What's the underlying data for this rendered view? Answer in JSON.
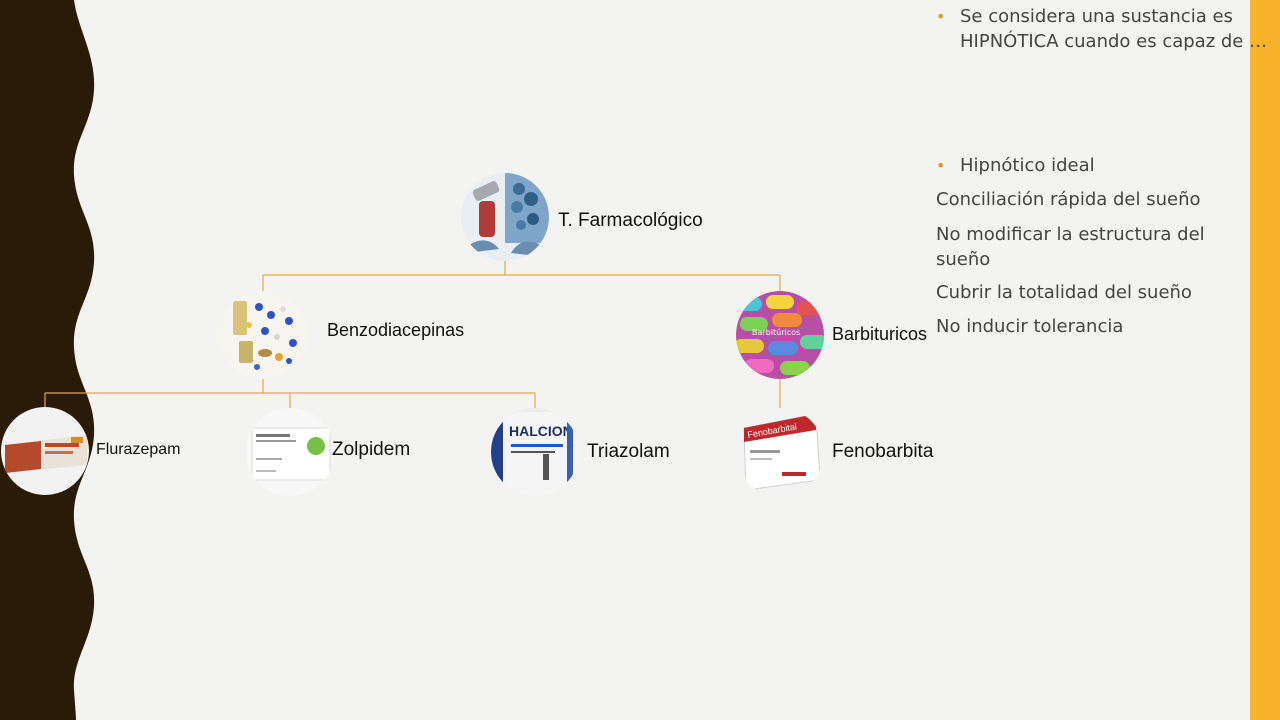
{
  "colors": {
    "background": "#f3f3f1",
    "left_band": "#2a1a08",
    "right_accent": "#f7b32b",
    "connector": "#e6a94a",
    "text": "#444444"
  },
  "diagram": {
    "root": {
      "label": "T. Farmacológico",
      "icon": "pills-and-head-photo"
    },
    "level1": [
      {
        "label": "Benzodiacepinas",
        "icon": "scattered-pills-photo"
      },
      {
        "label": "Barbituricos",
        "icon": "colorful-capsules-photo",
        "image_text": "Barbitúricos"
      }
    ],
    "level2": [
      {
        "label": "Flurazepam",
        "icon": "flurazepam-box-photo"
      },
      {
        "label": "Zolpidem",
        "icon": "zolpidem-box-photo"
      },
      {
        "label": "Triazolam",
        "icon": "halcion-box-photo",
        "image_text": "HALCION"
      },
      {
        "label": "Fenobarbita",
        "icon": "fenobarbital-box-photo",
        "image_text": "Fenobarbital"
      }
    ]
  },
  "panel": {
    "bullet1": "Se considera una sustancia es HIPNÓTICA cuando es capaz de …",
    "bullet2": "Hipnótico ideal",
    "items": [
      "Conciliación rápida del sueño",
      "No modificar la estructura del sueño",
      "Cubrir la totalidad del sueño",
      "No inducir tolerancia"
    ]
  }
}
